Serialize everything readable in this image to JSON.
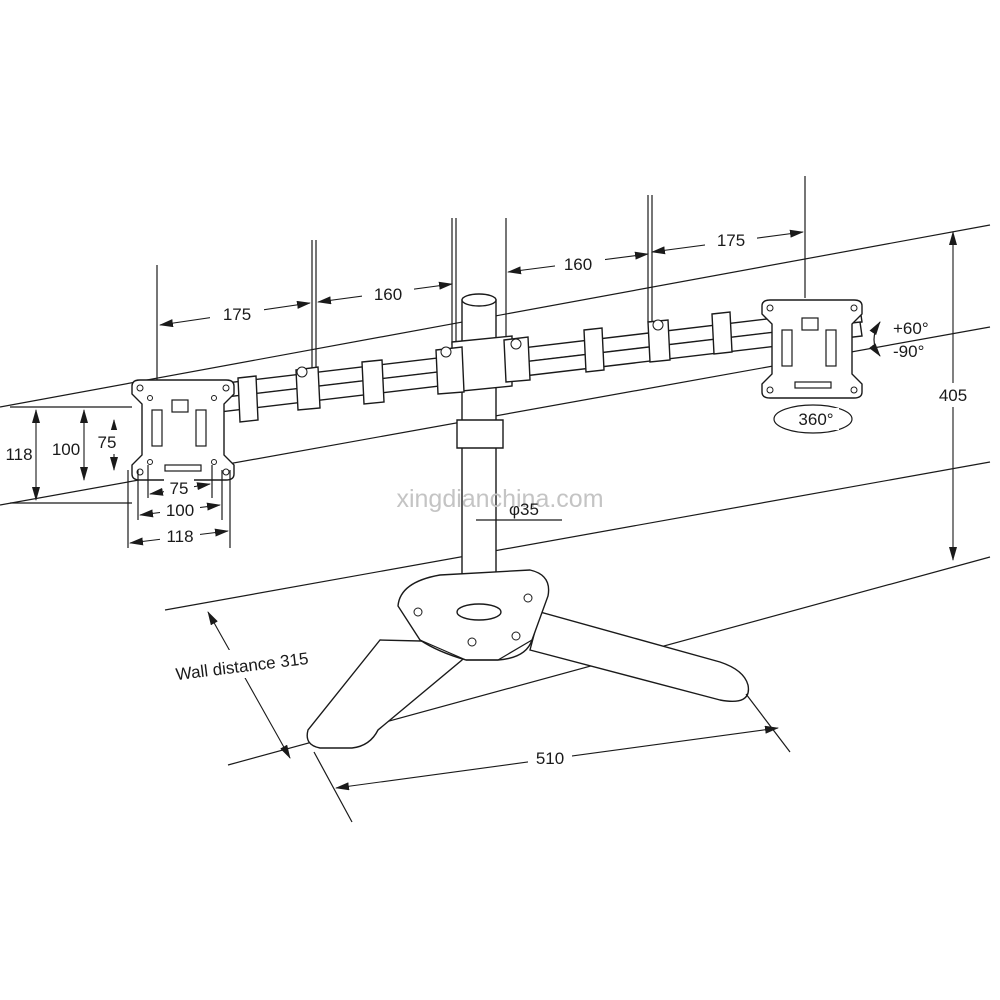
{
  "labels": {
    "arm_left_outer": "175",
    "arm_left_inner": "160",
    "arm_right_inner": "160",
    "arm_right_outer": "175",
    "height": "405",
    "tilt_up": "+60°",
    "tilt_down": "-90°",
    "swivel": "360°",
    "vesa_v_118": "118",
    "vesa_v_100": "100",
    "vesa_v_75": "75",
    "vesa_h_75": "75",
    "vesa_h_100": "100",
    "vesa_h_118": "118",
    "pole_diameter": "φ35",
    "wall_distance": "Wall distance 315",
    "base_width": "510"
  },
  "watermark": "xingdianchina.com",
  "colors": {
    "line": "#1a1a1a",
    "watermark": "#c4c4c4",
    "background": "#ffffff"
  }
}
